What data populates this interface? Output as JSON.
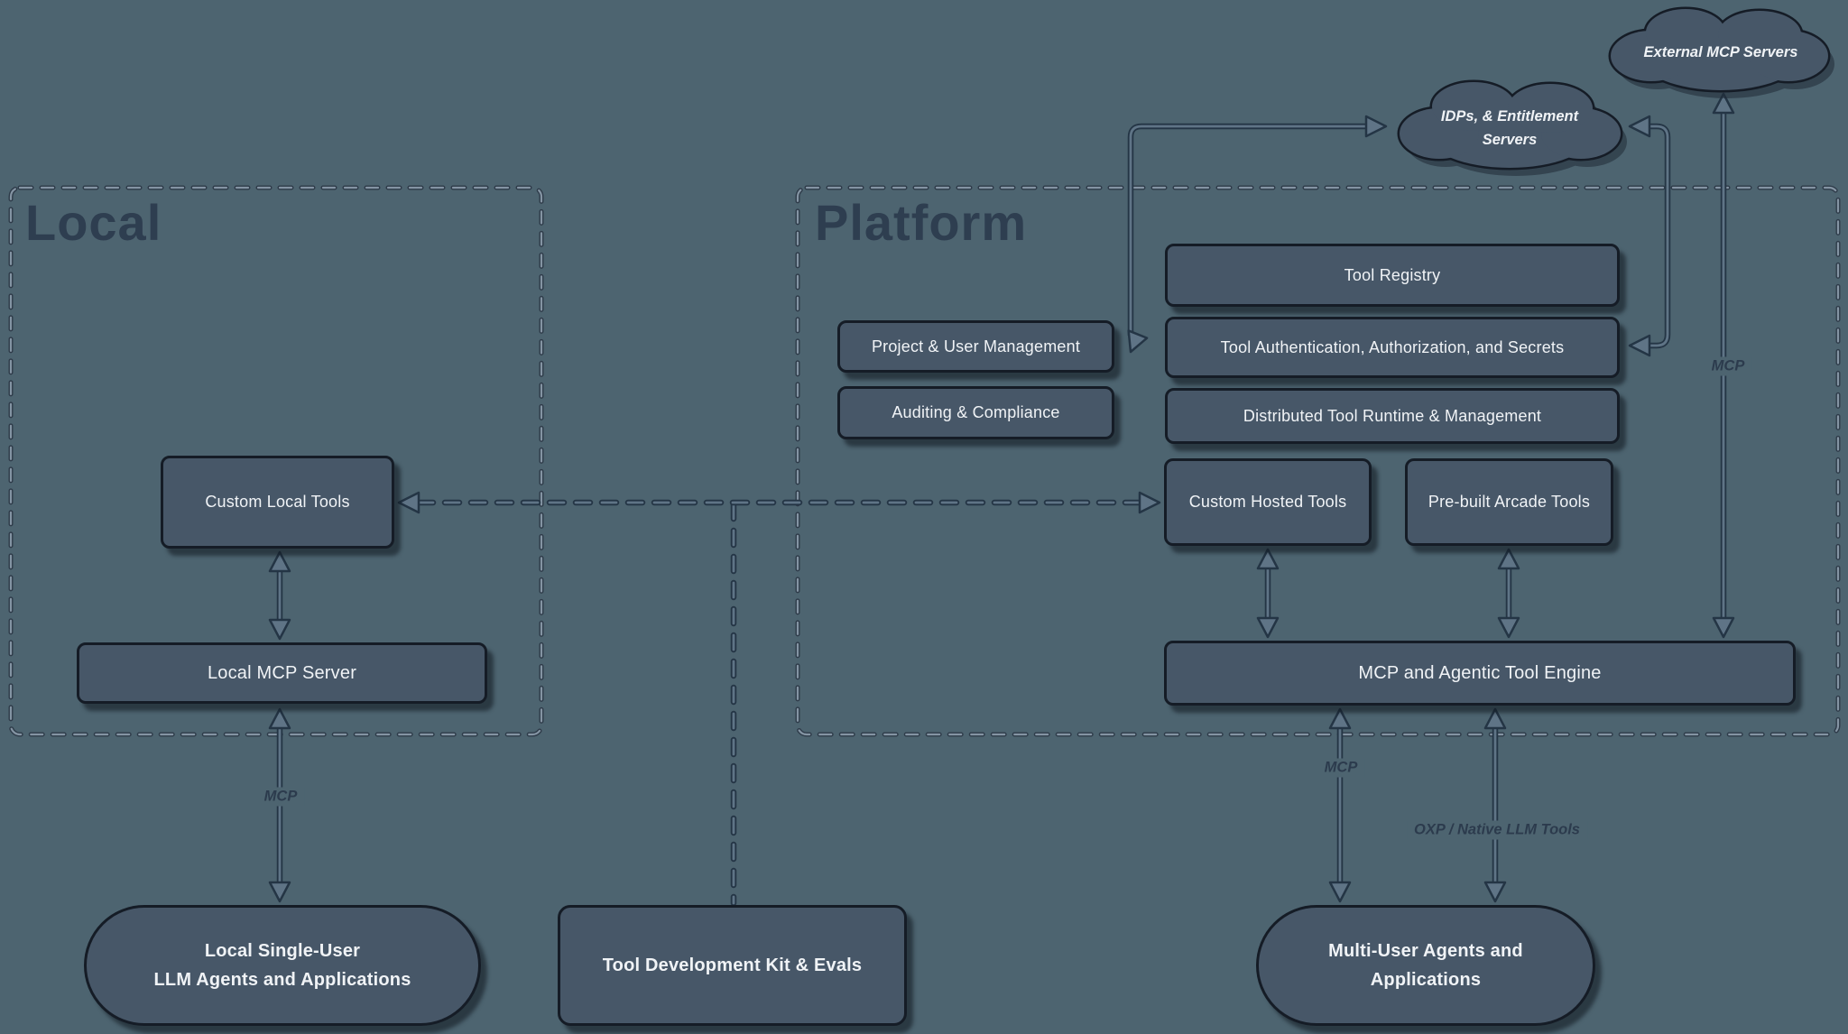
{
  "diagram": {
    "background_color": "#4d6470",
    "node_fill_color": "#475768",
    "node_border_color": "#151c26",
    "node_text_color": "#f0f3f6",
    "container_label_color": "#2e3e50"
  },
  "containers": {
    "local": {
      "label": "Local"
    },
    "platform": {
      "label": "Platform"
    }
  },
  "clouds": {
    "external_mcp": {
      "label": "External MCP Servers"
    },
    "idps": {
      "line1": "IDPs, & Entitlement",
      "line2": "Servers"
    }
  },
  "nodes": {
    "tool_registry": {
      "label": "Tool Registry"
    },
    "project_user_management": {
      "label": "Project & User Management"
    },
    "tool_auth": {
      "label": "Tool Authentication, Authorization, and Secrets"
    },
    "auditing_compliance": {
      "label": "Auditing & Compliance"
    },
    "distributed_runtime": {
      "label": "Distributed Tool Runtime & Management"
    },
    "custom_hosted_tools": {
      "label": "Custom Hosted Tools"
    },
    "prebuilt_arcade_tools": {
      "label": "Pre-built Arcade Tools"
    },
    "mcp_engine": {
      "label": "MCP and Agentic Tool Engine"
    },
    "custom_local_tools": {
      "label": "Custom Local Tools"
    },
    "local_mcp_server": {
      "label": "Local MCP Server"
    },
    "local_agents": {
      "line1": "Local Single-User",
      "line2": "LLM Agents and Applications"
    },
    "tdk": {
      "label": "Tool Development Kit & Evals"
    },
    "multi_user_agents": {
      "line1": "Multi-User Agents and",
      "line2": "Applications"
    }
  },
  "edge_labels": {
    "local_mcp": "MCP",
    "engine_mcp": "MCP",
    "oxp": "OXP / Native LLM Tools",
    "external_mcp": "MCP"
  }
}
